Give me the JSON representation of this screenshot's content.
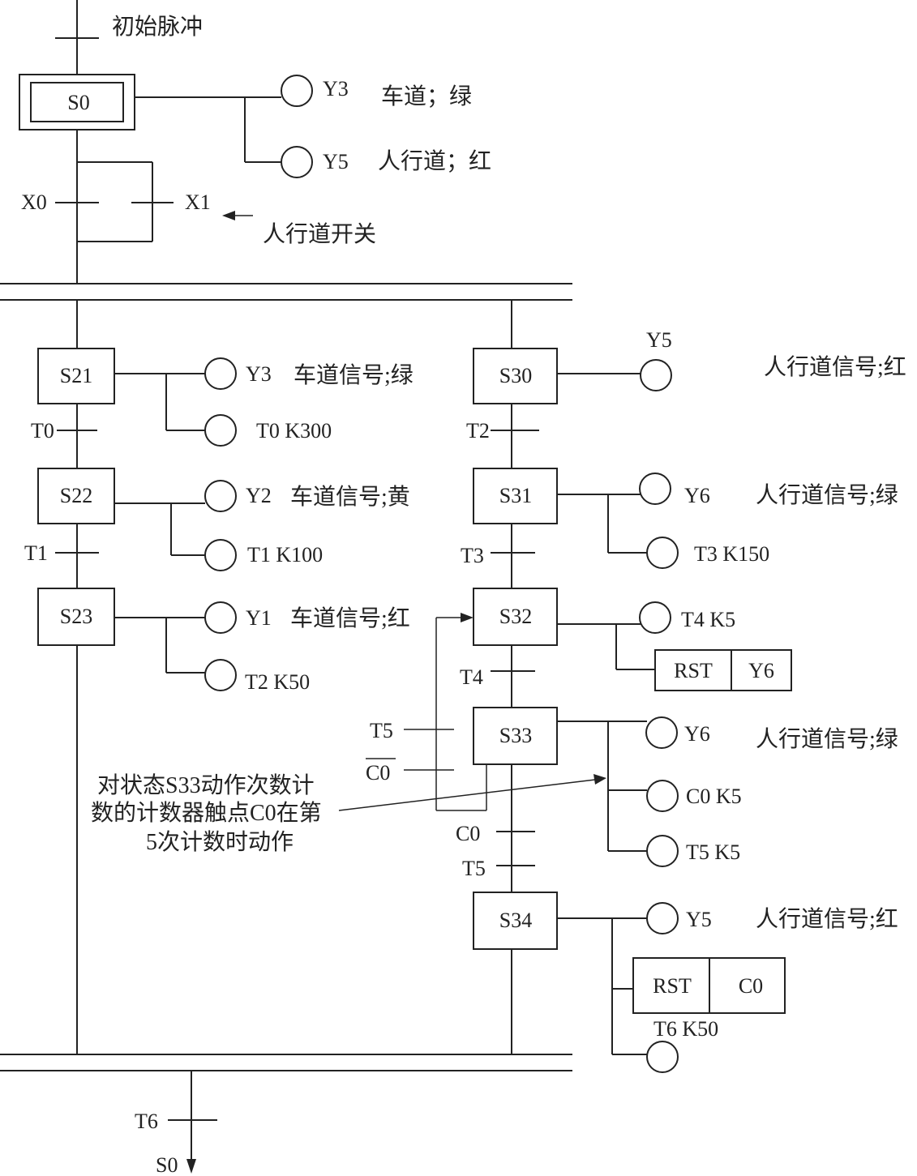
{
  "initial_pulse": "初始脉冲",
  "steps": {
    "s0": "S0",
    "s21": "S21",
    "s22": "S22",
    "s23": "S23",
    "s30": "S30",
    "s31": "S31",
    "s32": "S32",
    "s33": "S33",
    "s34": "S34"
  },
  "coils": {
    "s0_a": "Y3",
    "s0_a_desc": "车道；绿",
    "s0_b": "Y5",
    "s0_b_desc": "人行道；红",
    "s21_a": "Y3",
    "s21_a_desc": "车道信号;绿",
    "s21_b": "T0  K300",
    "s22_a": "Y2",
    "s22_a_desc": "车道信号;黄",
    "s22_b": "T1  K100",
    "s23_a": "Y1",
    "s23_a_desc": "车道信号;红",
    "s23_b": "T2 K50",
    "s30_a": "Y5",
    "s30_a_desc": "人行道信号;红",
    "s31_a": "Y6",
    "s31_a_desc": "人行道信号;绿",
    "s31_b": "T3 K150",
    "s32_a": "T4  K5",
    "s32_rst": "RST",
    "s32_rst_target": "Y6",
    "s33_a": "Y6",
    "s33_a_desc": "人行道信号;绿",
    "s33_b": "C0  K5",
    "s33_c": "T5  K5",
    "s34_a": "Y5",
    "s34_a_desc": "人行道信号;红",
    "s34_rst": "RST",
    "s34_rst_target": "C0",
    "s34_b": "T6 K50"
  },
  "contacts": {
    "x0": "X0",
    "x1": "X1",
    "t0": "T0",
    "t1": "T1",
    "t2": "T2",
    "t3": "T3",
    "t4": "T4",
    "t5_loop": "T5",
    "c0_bar": "C0",
    "c0": "C0",
    "t5": "T5",
    "t6": "T6"
  },
  "annotations": {
    "switch": "人行道开关",
    "counter_line1": "对状态S33动作次数计",
    "counter_line2": "数的计数器触点C0在第",
    "counter_line3": "5次计数时动作"
  },
  "jump_target": "S0"
}
